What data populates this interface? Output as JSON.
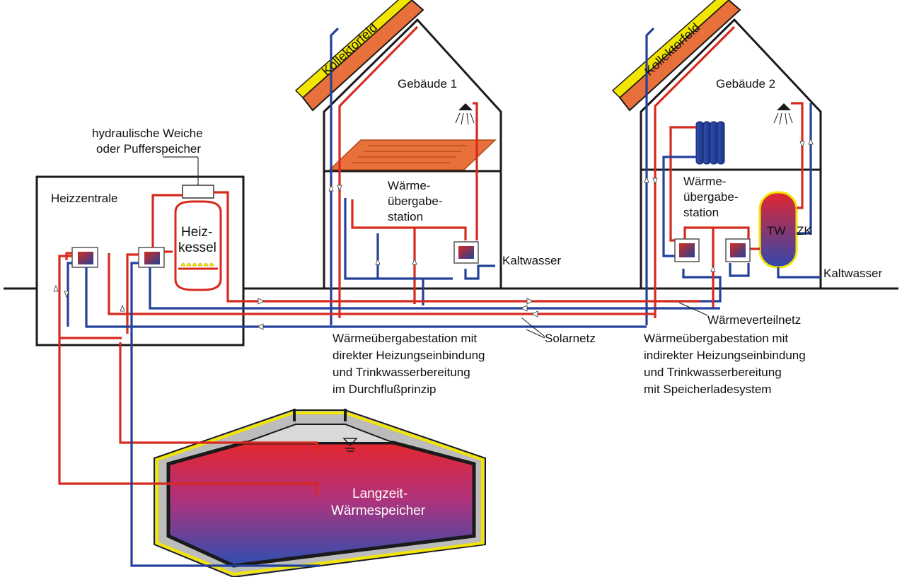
{
  "labels": {
    "kollektorfeld_1": "Kollektorfeld",
    "kollektorfeld_2": "Kollektorfeld",
    "gebaeude_1": "Gebäude 1",
    "gebaeude_2": "Gebäude 2",
    "hydraulische_weiche_line1": "hydraulische Weiche",
    "hydraulische_weiche_line2": "oder Pufferspeicher",
    "heizzentrale": "Heizzentrale",
    "heizkessel_line1": "Heiz-",
    "heizkessel_line2": "kessel",
    "station1_line1": "Wärme-",
    "station1_line2": "übergabe-",
    "station1_line3": "station",
    "station2_line1": "Wärme-",
    "station2_line2": "übergabe-",
    "station2_line3": "station",
    "kaltwasser_1": "Kaltwasser",
    "kaltwasser_2": "Kaltwasser",
    "tw": "TW",
    "zk": "ZK",
    "waermeverteilnetz": "Wärmeverteilnetz",
    "solarnetz": "Solarnetz",
    "direct_line1": "Wärmeübergabestation mit",
    "direct_line2": "direkter Heizungseinbindung",
    "direct_line3": "und Trinkwasserbereitung",
    "direct_line4": "im Durchflußprinzip",
    "indirect_line1": "Wärmeübergabestation mit",
    "indirect_line2": "indirekter Heizungseinbindung",
    "indirect_line3": "und Trinkwasserbereitung",
    "indirect_line4": "mit Speicherladesystem",
    "speicher_line1": "Langzeit-",
    "speicher_line2": "Wärmespeicher"
  },
  "colors": {
    "hot_pipe": "#d62a1e",
    "cold_pipe": "#23409a",
    "collector": "#e8703a",
    "insulation": "#f2e600",
    "storage_top": "#e3262f",
    "storage_bottom": "#2e4fb0"
  }
}
